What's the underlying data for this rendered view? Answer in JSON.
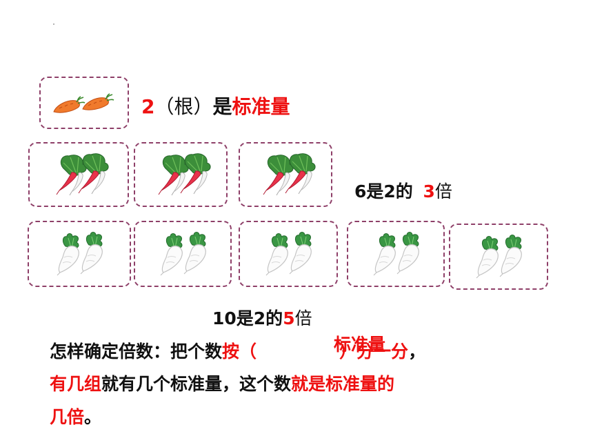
{
  "carrot_label": {
    "count": "2",
    "unit": "（根）",
    "is": "是",
    "term": "标准量"
  },
  "radish_label": {
    "prefix": "6是2的",
    "times": "3",
    "suffix": "倍"
  },
  "white_label": {
    "prefix": "10是2的",
    "times": "5",
    "suffix": "倍"
  },
  "rule": {
    "line1_intro": "怎样确定倍数：把个数",
    "line1_press": "按（",
    "line1_fill": "标准量",
    "line1_close": "）",
    "line1_split": "分一分",
    "line1_comma": "，",
    "line2_groups": "有几组",
    "line2_mid": "就有几个标准量，这个数",
    "line2_result": "就是标准量的",
    "line3_times": "几倍",
    "line3_end": "。"
  },
  "colors": {
    "accent_red": "#ee1111",
    "box_border": "#8e3f68"
  },
  "icons": {
    "carrot": "carrot-pair-icon",
    "red_radish": "red-radish-pair-icon",
    "white_radish": "white-radish-pair-icon"
  }
}
